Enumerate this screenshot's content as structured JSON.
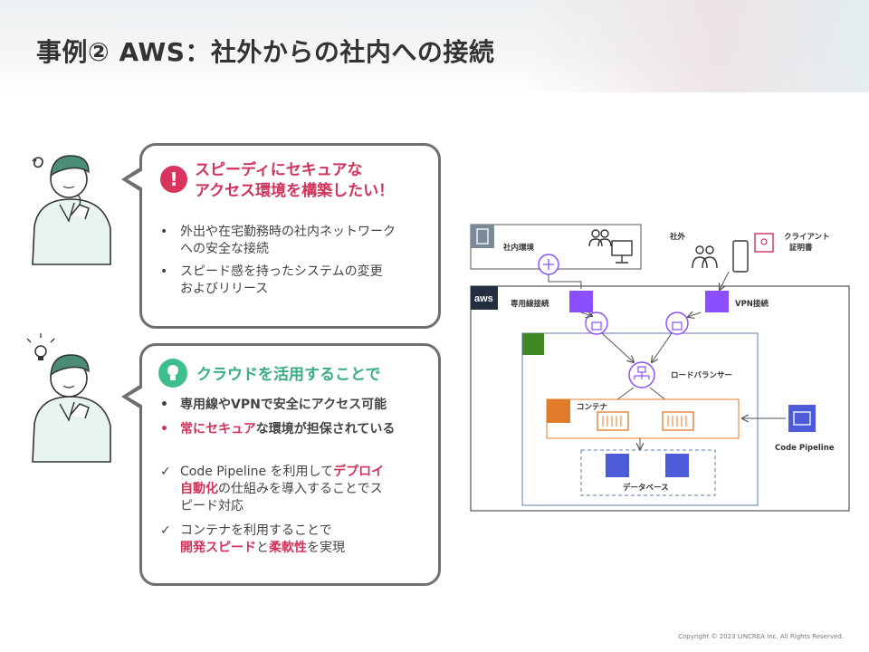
{
  "title": "事例② AWS：社外からの社内への接続",
  "bubble_top": {
    "heading_line1": "スピーディにセキュアな",
    "heading_line2": "アクセス環境を構築したい！",
    "bullets": [
      {
        "line1": "外出や在宅勤務時の社内ネットワーク",
        "line2": "への安全な接続"
      },
      {
        "line1": "スピード感を持ったシステムの変更",
        "line2": "およびリリース"
      }
    ]
  },
  "bubble_bottom": {
    "heading": "クラウドを活用することで",
    "bold_bullets": [
      {
        "text": "専用線やVPNで安全にアクセス可能",
        "highlight": "",
        "rest": ""
      },
      {
        "text": "",
        "highlight": "常にセキュア",
        "rest": "な環境が担保されている"
      }
    ],
    "checks": [
      {
        "pre": "Code Pipeline を利用して",
        "hl1": "デプロイ",
        "hl2": "自動化",
        "post1": "の仕組みを導入することでス",
        "post2": "ピード対応"
      },
      {
        "pre": "コンテナを利用することで",
        "hl1": "開発スピード",
        "mid": "と",
        "hl2": "柔軟性",
        "post1": "を実現"
      }
    ],
    "bullet_dot": "•",
    "check_mark": "✓"
  },
  "diagram": {
    "on_prem_label": "社内環境",
    "external_label": "社外",
    "client_cert_label_line1": "クライアント",
    "client_cert_label_line2": "証明書",
    "aws_label": "aws",
    "dedicated_line_label": "専用線接続",
    "vpn_label": "VPN接続",
    "load_balancer_label": "ロードバランサー",
    "container_label": "コンテナ",
    "code_pipeline_label": "Code Pipeline",
    "database_label": "データベース"
  },
  "colors": {
    "pink": "#d0345a",
    "green": "#3aae82",
    "purple": "#8c4fff",
    "orange": "#e07b2a",
    "aws_dark": "#232f3e",
    "vpc_green": "#3f8624"
  },
  "icons": [
    "worried-person-icon",
    "idea-person-icon",
    "exclamation-icon",
    "lightbulb-icon",
    "building-icon",
    "users-icon",
    "computer-icon",
    "router-icon",
    "mobile-icon",
    "certificate-icon",
    "lock-icon",
    "load-balancer-icon",
    "container-icon",
    "database-icon",
    "code-pipeline-icon"
  ],
  "copyright": "Copyright © 2023 LINCREA Inc. All Rights Reserved."
}
